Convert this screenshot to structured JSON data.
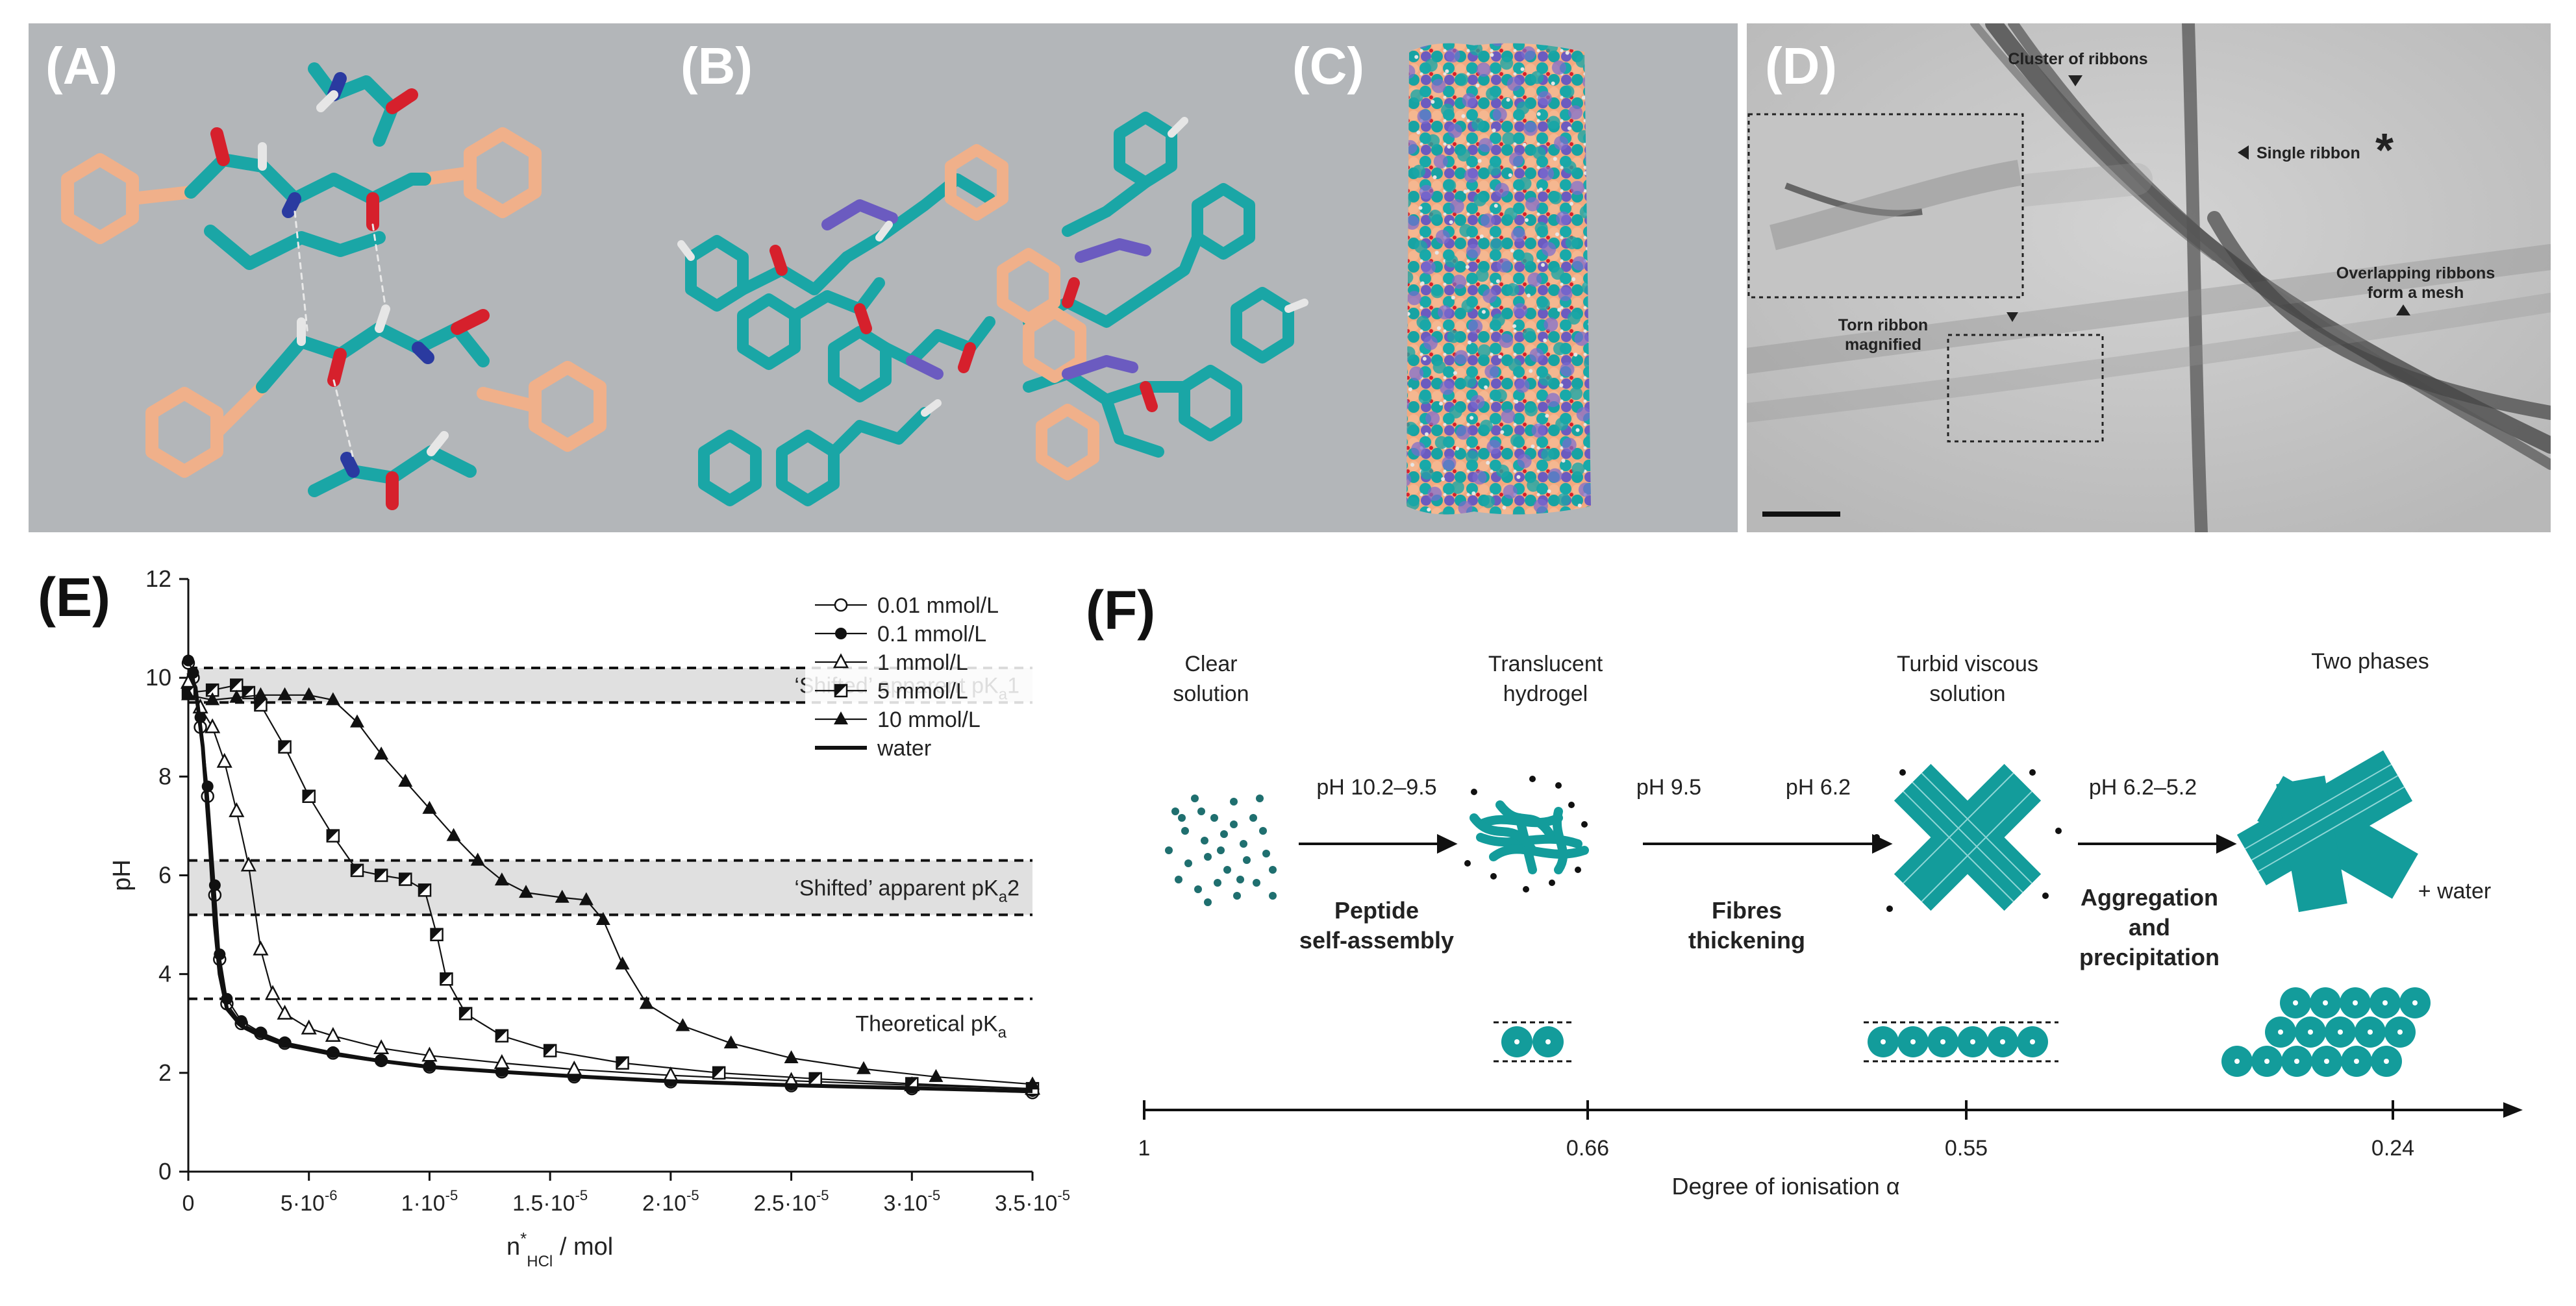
{
  "panels": {
    "A": {
      "label": "(A)"
    },
    "B": {
      "label": "(B)"
    },
    "C": {
      "label": "(C)"
    },
    "D": {
      "label": "(D)",
      "annotations": {
        "cluster": "Cluster of ribbons",
        "single": "Single ribbon",
        "star": "*",
        "torn": [
          "Torn ribbon",
          "magnified"
        ],
        "overlap": [
          "Overlapping ribbons",
          "form a mesh"
        ]
      }
    },
    "E": {
      "label": "(E)"
    },
    "F": {
      "label": "(F)"
    }
  },
  "colors": {
    "teal": "#1aa6a6",
    "salmon": "#f0b08a",
    "purple": "#6b5bc0",
    "red": "#d6202c",
    "white_atom": "#e6e6e6",
    "blue_n": "#2a3aa0",
    "bg_gray": "#b3b6b9",
    "band_gray": "#e0e0e0",
    "fibre": "#139c9b"
  },
  "chart_data": {
    "type": "line",
    "xlabel": {
      "main": "n",
      "sup": "*",
      "sub": "HCl",
      "unit": " / mol"
    },
    "ylabel": "pH",
    "xlim": [
      0,
      3.5e-05
    ],
    "ylim": [
      0,
      12
    ],
    "x_ticks": [
      {
        "v": 0,
        "label": "0"
      },
      {
        "v": 5e-06,
        "label": "5·10",
        "exp": "-6"
      },
      {
        "v": 1e-05,
        "label": "1·10",
        "exp": "-5"
      },
      {
        "v": 1.5e-05,
        "label": "1.5·10",
        "exp": "-5"
      },
      {
        "v": 2e-05,
        "label": "2·10",
        "exp": "-5"
      },
      {
        "v": 2.5e-05,
        "label": "2.5·10",
        "exp": "-5"
      },
      {
        "v": 3e-05,
        "label": "3·10",
        "exp": "-5"
      },
      {
        "v": 3.5e-05,
        "label": "3.5·10",
        "exp": "-5"
      }
    ],
    "y_ticks": [
      0,
      2,
      4,
      6,
      8,
      10,
      12
    ],
    "bands": [
      {
        "y0": 9.5,
        "y1": 10.2,
        "label": "‘Shifted’ apparent pK",
        "sub": "a",
        "suffix": "1"
      },
      {
        "y0": 5.2,
        "y1": 6.3,
        "label": "‘Shifted’ apparent pK",
        "sub": "a",
        "suffix": "2"
      }
    ],
    "reference_line": {
      "y": 3.5,
      "label": "Theoretical pK",
      "sub": "a"
    },
    "legend_position": "top-right",
    "series": [
      {
        "name": "0.01 mmol/L",
        "marker": "open-circle",
        "points": [
          [
            0,
            10.3
          ],
          [
            2e-07,
            10
          ],
          [
            5e-07,
            9
          ],
          [
            8e-07,
            7.6
          ],
          [
            1.1e-06,
            5.6
          ],
          [
            1.3e-06,
            4.3
          ],
          [
            1.6e-06,
            3.4
          ],
          [
            2.2e-06,
            3
          ],
          [
            3e-06,
            2.8
          ],
          [
            4e-06,
            2.6
          ],
          [
            6e-06,
            2.4
          ],
          [
            8e-06,
            2.25
          ],
          [
            1e-05,
            2.12
          ],
          [
            1.3e-05,
            2.02
          ],
          [
            1.6e-05,
            1.92
          ],
          [
            2e-05,
            1.82
          ],
          [
            2.5e-05,
            1.74
          ],
          [
            3e-05,
            1.68
          ],
          [
            3.5e-05,
            1.6
          ]
        ]
      },
      {
        "name": "0.1 mmol/L",
        "marker": "filled-circle",
        "points": [
          [
            0,
            10.35
          ],
          [
            2e-07,
            10.1
          ],
          [
            5e-07,
            9.2
          ],
          [
            8e-07,
            7.8
          ],
          [
            1.1e-06,
            5.8
          ],
          [
            1.3e-06,
            4.4
          ],
          [
            1.6e-06,
            3.5
          ],
          [
            2.2e-06,
            3.05
          ],
          [
            3e-06,
            2.82
          ],
          [
            4e-06,
            2.62
          ],
          [
            6e-06,
            2.42
          ],
          [
            8e-06,
            2.26
          ],
          [
            1e-05,
            2.14
          ],
          [
            1.3e-05,
            2.04
          ],
          [
            1.6e-05,
            1.94
          ],
          [
            2e-05,
            1.84
          ],
          [
            2.5e-05,
            1.76
          ],
          [
            3e-05,
            1.7
          ],
          [
            3.5e-05,
            1.63
          ]
        ]
      },
      {
        "name": "1 mmol/L",
        "marker": "open-triangle",
        "points": [
          [
            0,
            9.9
          ],
          [
            5e-07,
            9.4
          ],
          [
            1e-06,
            9
          ],
          [
            1.5e-06,
            8.3
          ],
          [
            2e-06,
            7.3
          ],
          [
            2.5e-06,
            6.2
          ],
          [
            3e-06,
            4.5
          ],
          [
            3.5e-06,
            3.6
          ],
          [
            4e-06,
            3.2
          ],
          [
            5e-06,
            2.9
          ],
          [
            6e-06,
            2.75
          ],
          [
            8e-06,
            2.5
          ],
          [
            1e-05,
            2.35
          ],
          [
            1.3e-05,
            2.2
          ],
          [
            1.6e-05,
            2.07
          ],
          [
            2e-05,
            1.95
          ],
          [
            2.5e-05,
            1.84
          ],
          [
            3e-05,
            1.75
          ],
          [
            3.5e-05,
            1.68
          ]
        ]
      },
      {
        "name": "5 mmol/L",
        "marker": "half-square",
        "points": [
          [
            0,
            9.7
          ],
          [
            1e-06,
            9.75
          ],
          [
            2e-06,
            9.85
          ],
          [
            2.5e-06,
            9.7
          ],
          [
            3e-06,
            9.45
          ],
          [
            4e-06,
            8.6
          ],
          [
            5e-06,
            7.6
          ],
          [
            6e-06,
            6.8
          ],
          [
            7e-06,
            6.1
          ],
          [
            8e-06,
            6
          ],
          [
            9e-06,
            5.92
          ],
          [
            9.8e-06,
            5.7
          ],
          [
            1.03e-05,
            4.8
          ],
          [
            1.07e-05,
            3.9
          ],
          [
            1.15e-05,
            3.2
          ],
          [
            1.3e-05,
            2.75
          ],
          [
            1.5e-05,
            2.45
          ],
          [
            1.8e-05,
            2.2
          ],
          [
            2.2e-05,
            2.0
          ],
          [
            2.6e-05,
            1.88
          ],
          [
            3e-05,
            1.78
          ],
          [
            3.5e-05,
            1.68
          ]
        ]
      },
      {
        "name": "10 mmol/L",
        "marker": "filled-triangle",
        "points": [
          [
            0,
            9.65
          ],
          [
            1e-06,
            9.55
          ],
          [
            2e-06,
            9.6
          ],
          [
            3e-06,
            9.65
          ],
          [
            4e-06,
            9.65
          ],
          [
            5e-06,
            9.65
          ],
          [
            6e-06,
            9.55
          ],
          [
            7e-06,
            9.1
          ],
          [
            8e-06,
            8.45
          ],
          [
            9e-06,
            7.9
          ],
          [
            1e-05,
            7.35
          ],
          [
            1.1e-05,
            6.8
          ],
          [
            1.2e-05,
            6.3
          ],
          [
            1.3e-05,
            5.9
          ],
          [
            1.4e-05,
            5.65
          ],
          [
            1.55e-05,
            5.55
          ],
          [
            1.65e-05,
            5.5
          ],
          [
            1.72e-05,
            5.1
          ],
          [
            1.8e-05,
            4.2
          ],
          [
            1.9e-05,
            3.4
          ],
          [
            2.05e-05,
            2.95
          ],
          [
            2.25e-05,
            2.6
          ],
          [
            2.5e-05,
            2.3
          ],
          [
            2.8e-05,
            2.08
          ],
          [
            3.1e-05,
            1.92
          ],
          [
            3.5e-05,
            1.77
          ]
        ]
      },
      {
        "name": "water",
        "marker": "thick-line",
        "points": [
          [
            0,
            10.1
          ],
          [
            3e-07,
            9.8
          ],
          [
            6e-07,
            8.6
          ],
          [
            9e-07,
            6.6
          ],
          [
            1.1e-06,
            5
          ],
          [
            1.3e-06,
            4
          ],
          [
            1.6e-06,
            3.3
          ],
          [
            2.2e-06,
            2.95
          ],
          [
            3e-06,
            2.75
          ],
          [
            4e-06,
            2.57
          ],
          [
            6e-06,
            2.38
          ],
          [
            8e-06,
            2.24
          ],
          [
            1e-05,
            2.12
          ],
          [
            1.3e-05,
            2.02
          ],
          [
            1.6e-05,
            1.93
          ],
          [
            2e-05,
            1.83
          ],
          [
            2.5e-05,
            1.75
          ],
          [
            3e-05,
            1.69
          ],
          [
            3.5e-05,
            1.63
          ]
        ]
      }
    ]
  },
  "schematic": {
    "states": [
      {
        "title": [
          "Clear",
          "solution"
        ]
      },
      {
        "title": [
          "Translucent",
          "hydrogel"
        ]
      },
      {
        "title": [
          "Turbid viscous",
          "solution"
        ]
      },
      {
        "title": [
          "Two phases"
        ]
      }
    ],
    "transitions": [
      {
        "ph": "pH 10.2–9.5",
        "desc": [
          "Peptide",
          "self-assembly"
        ]
      },
      {
        "ph_left": "pH 9.5",
        "ph_right": "pH 6.2",
        "desc": [
          "Fibres",
          "thickening"
        ]
      },
      {
        "ph": "pH 6.2–5.2",
        "desc": [
          "Aggregation",
          "and",
          "precipitation"
        ]
      }
    ],
    "plus_water": "+ water",
    "axis_label": "Degree of ionisation α",
    "axis_ticks": [
      "1",
      "0.66",
      "0.55",
      "0.24"
    ]
  }
}
